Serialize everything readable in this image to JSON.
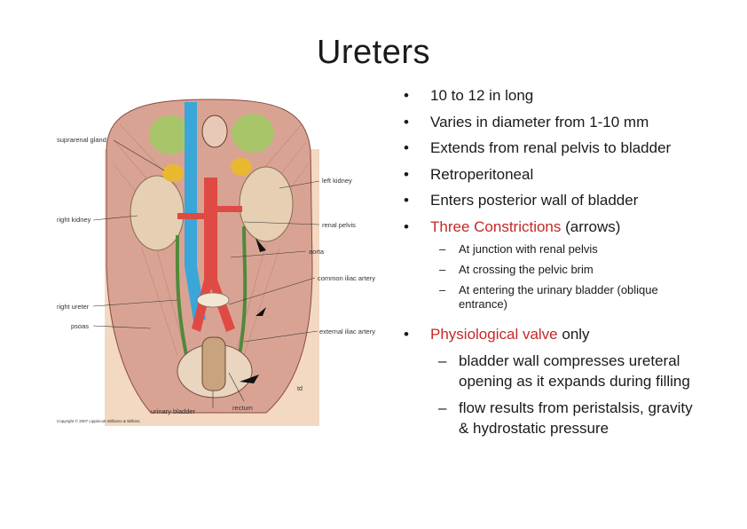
{
  "title": "Ureters",
  "bullets": [
    {
      "text": "10 to 12 in long"
    },
    {
      "text": "Varies in diameter from 1-10 mm"
    },
    {
      "text": "Extends from renal pelvis to bladder"
    },
    {
      "text": "Retroperitoneal"
    },
    {
      "text": "Enters posterior wall of bladder"
    },
    {
      "highlight": "Three Constrictions",
      "rest": " (arrows)"
    }
  ],
  "constrictions": [
    "At junction with renal pelvis",
    "At crossing the pelvic brim",
    "At entering the urinary bladder (oblique entrance)"
  ],
  "valve": {
    "highlight": "Physiological valve",
    "rest": " only"
  },
  "valve_points": [
    "bladder wall compresses ureteral opening as it expands during filling",
    "flow results from peristalsis, gravity & hydrostatic pressure"
  ],
  "figure": {
    "labels": {
      "suprarenal": "suprarenal gland",
      "left_kidney": "left kidney",
      "right_kidney": "right kidney",
      "renal_pelvis": "renal pelvis",
      "aorta": "aorta",
      "common_iliac": "common iliac artery",
      "right_ureter": "right ureter",
      "psoas": "psoas",
      "external_iliac": "external iliac artery",
      "urinary_bladder": "urinary bladder",
      "rectum": "rectum"
    },
    "copyright": "Copyright © 2007 Lippincott Williams & Wilkins.",
    "initials": "td"
  }
}
